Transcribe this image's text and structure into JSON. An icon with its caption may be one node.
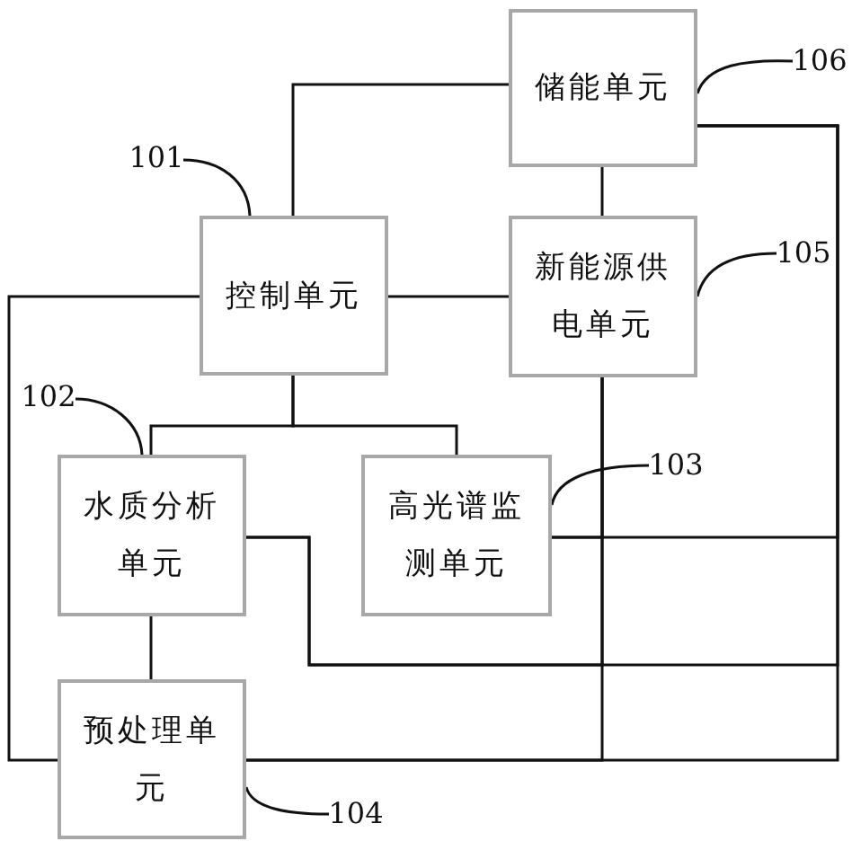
{
  "diagram": {
    "nodes": [
      {
        "text": [
          "储能单元"
        ]
      },
      {
        "text": [
          "控制单元"
        ]
      },
      {
        "text": [
          "新能源供电单元"
        ]
      },
      {
        "text": [
          "水质分析单元"
        ]
      },
      {
        "text": [
          "高光谱监测单元"
        ]
      },
      {
        "text": [
          "预处理单元"
        ]
      },
      {
        "text": [
          "106"
        ]
      },
      {
        "text": [
          "101"
        ]
      },
      {
        "text": [
          "105"
        ]
      },
      {
        "text": [
          "102"
        ]
      },
      {
        "text": [
          "103"
        ]
      },
      {
        "text": [
          "104"
        ]
      }
    ],
    "edges": [
      {
        "from": 1,
        "to": 0,
        "arrow": "none"
      },
      {
        "from": 0,
        "to": 2,
        "arrow": "none"
      },
      {
        "from": 1,
        "to": 2,
        "arrow": "none"
      },
      {
        "from": 1,
        "to": 5,
        "arrow": "none"
      },
      {
        "from": 1,
        "to": 3,
        "arrow": "none"
      },
      {
        "from": 1,
        "to": 4,
        "arrow": "none"
      },
      {
        "from": 3,
        "to": 5,
        "arrow": "none"
      },
      {
        "from": 0,
        "to": 4,
        "arrow": "none"
      },
      {
        "from": 0,
        "to": 3,
        "arrow": "none"
      },
      {
        "from": 0,
        "to": 5,
        "arrow": "none"
      },
      {
        "from": 2,
        "to": 4,
        "arrow": "none"
      },
      {
        "from": 2,
        "to": 3,
        "arrow": "none"
      },
      {
        "from": 2,
        "to": 5,
        "arrow": "none"
      },
      {
        "from": 6,
        "to": 0,
        "arrow": "none"
      },
      {
        "from": 7,
        "to": 1,
        "arrow": "none"
      },
      {
        "from": 8,
        "to": 2,
        "arrow": "none"
      },
      {
        "from": 9,
        "to": 3,
        "arrow": "none"
      },
      {
        "from": 10,
        "to": 4,
        "arrow": "none"
      },
      {
        "from": 11,
        "to": 5,
        "arrow": "none"
      }
    ]
  }
}
